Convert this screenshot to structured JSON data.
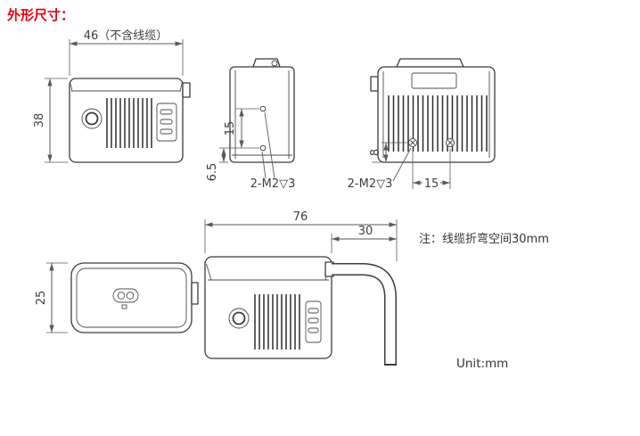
{
  "title": "外形尺寸：",
  "note": "注：线缆折弯空间30mm",
  "unit_label": "Unit:mm",
  "views": {
    "front": {
      "width_dim": "46（不含线缆）",
      "height_dim": "38"
    },
    "side": {
      "hole_spacing_dim": "15",
      "bottom_offset_dim": "6.5",
      "thread_label": "2-M2▽3"
    },
    "rear": {
      "hole_height_dim": "8",
      "thread_label": "2-M2▽3",
      "hole_spacing_dim": "15"
    },
    "top": {
      "depth_dim": "25"
    },
    "cable_side": {
      "total_length_dim": "76",
      "cable_bend_dim": "30"
    }
  }
}
